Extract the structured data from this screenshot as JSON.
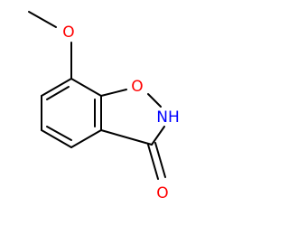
{
  "colors": {
    "background": "#ffffff",
    "bond": "#000000",
    "oxygen": "#ff0000",
    "nitrogen": "#0000ff"
  },
  "atoms": {
    "methoxy_o": {
      "label": "O",
      "element": "O"
    },
    "ring_o": {
      "label": "O",
      "element": "O"
    },
    "nh": {
      "label": "NH",
      "element": "N"
    },
    "carbonyl_o": {
      "label": "O",
      "element": "O"
    }
  }
}
